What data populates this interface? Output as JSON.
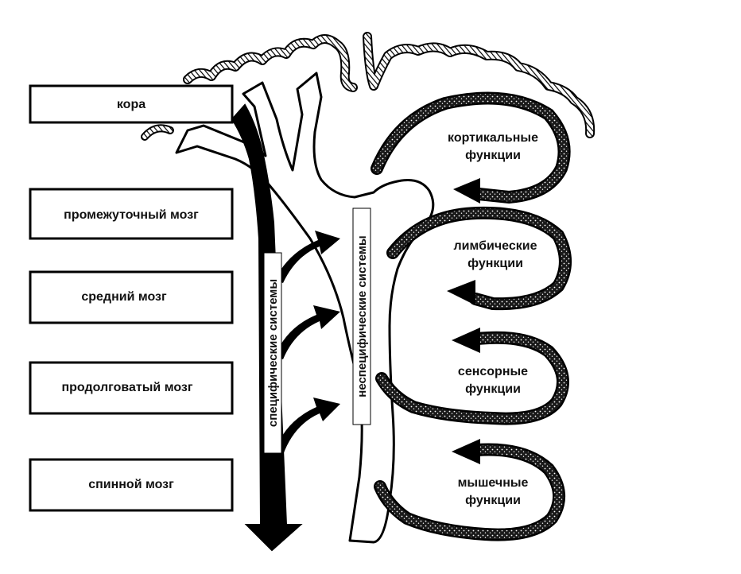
{
  "levels": [
    {
      "label": "кора"
    },
    {
      "label": "промежуточный мозг"
    },
    {
      "label": "средний мозг"
    },
    {
      "label": "продолговатый мозг"
    },
    {
      "label": "спинной мозг"
    }
  ],
  "vertical_labels": {
    "specific": "специфические системы",
    "nonspecific": "неспецифические системы"
  },
  "functions": [
    {
      "line1": "кортикальные",
      "line2": "функции"
    },
    {
      "line1": "лимбические",
      "line2": "функции"
    },
    {
      "line1": "сенсорные",
      "line2": "функции"
    },
    {
      "line1": "мышечные",
      "line2": "функции"
    }
  ],
  "colors": {
    "ink": "#000000",
    "background": "#ffffff"
  }
}
